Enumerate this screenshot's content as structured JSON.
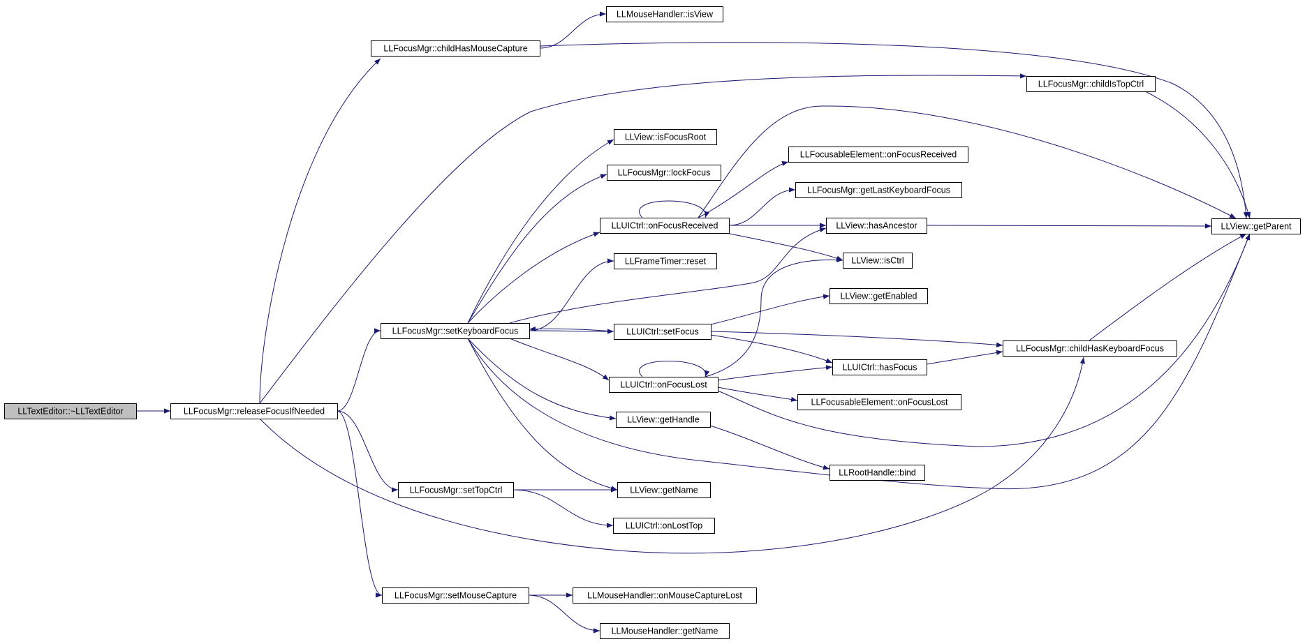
{
  "graph": {
    "edge_color": "#191970",
    "root_fill": "#bfbfbf",
    "nodes": [
      {
        "id": "n0",
        "label": "LLTextEditor::~LLTextEditor",
        "root": true
      },
      {
        "id": "n1",
        "label": "LLFocusMgr::releaseFocusIfNeeded"
      },
      {
        "id": "n2",
        "label": "LLFocusMgr::childHasMouseCapture"
      },
      {
        "id": "n3",
        "label": "LLMouseHandler::isView"
      },
      {
        "id": "n4",
        "label": "LLView::getParent"
      },
      {
        "id": "n5",
        "label": "LLFocusMgr::childIsTopCtrl"
      },
      {
        "id": "n6",
        "label": "LLFocusMgr::setKeyboardFocus"
      },
      {
        "id": "n7",
        "label": "LLView::isFocusRoot"
      },
      {
        "id": "n8",
        "label": "LLFocusMgr::lockFocus"
      },
      {
        "id": "n9",
        "label": "LLUICtrl::onFocusReceived"
      },
      {
        "id": "n10",
        "label": "LLFocusableElement::onFocusReceived"
      },
      {
        "id": "n11",
        "label": "LLFocusMgr::getLastKeyboardFocus"
      },
      {
        "id": "n12",
        "label": "LLView::hasAncestor"
      },
      {
        "id": "n13",
        "label": "LLView::isCtrl"
      },
      {
        "id": "n14",
        "label": "LLFrameTimer::reset"
      },
      {
        "id": "n15",
        "label": "LLUICtrl::setFocus"
      },
      {
        "id": "n16",
        "label": "LLView::getEnabled"
      },
      {
        "id": "n17",
        "label": "LLFocusMgr::childHasKeyboardFocus"
      },
      {
        "id": "n18",
        "label": "LLUICtrl::hasFocus"
      },
      {
        "id": "n19",
        "label": "LLUICtrl::onFocusLost"
      },
      {
        "id": "n20",
        "label": "LLFocusableElement::onFocusLost"
      },
      {
        "id": "n21",
        "label": "LLView::getHandle"
      },
      {
        "id": "n22",
        "label": "LLRootHandle::bind"
      },
      {
        "id": "n23",
        "label": "LLFocusMgr::setTopCtrl"
      },
      {
        "id": "n24",
        "label": "LLView::getName"
      },
      {
        "id": "n25",
        "label": "LLUICtrl::onLostTop"
      },
      {
        "id": "n26",
        "label": "LLFocusMgr::setMouseCapture"
      },
      {
        "id": "n27",
        "label": "LLMouseHandler::onMouseCaptureLost"
      },
      {
        "id": "n28",
        "label": "LLMouseHandler::getName"
      }
    ],
    "edges": [
      [
        "n0",
        "n1"
      ],
      [
        "n1",
        "n2"
      ],
      [
        "n1",
        "n5"
      ],
      [
        "n1",
        "n6"
      ],
      [
        "n1",
        "n23"
      ],
      [
        "n1",
        "n26"
      ],
      [
        "n1",
        "n17"
      ],
      [
        "n2",
        "n3"
      ],
      [
        "n2",
        "n4"
      ],
      [
        "n5",
        "n4"
      ],
      [
        "n6",
        "n7"
      ],
      [
        "n6",
        "n8"
      ],
      [
        "n6",
        "n9"
      ],
      [
        "n6",
        "n14"
      ],
      [
        "n6",
        "n12"
      ],
      [
        "n6",
        "n15"
      ],
      [
        "n6",
        "n19"
      ],
      [
        "n6",
        "n21"
      ],
      [
        "n6",
        "n24"
      ],
      [
        "n6",
        "n4"
      ],
      [
        "n9",
        "n9"
      ],
      [
        "n9",
        "n10"
      ],
      [
        "n9",
        "n11"
      ],
      [
        "n9",
        "n12"
      ],
      [
        "n9",
        "n13"
      ],
      [
        "n9",
        "n4"
      ],
      [
        "n12",
        "n4"
      ],
      [
        "n15",
        "n6"
      ],
      [
        "n15",
        "n16"
      ],
      [
        "n15",
        "n17"
      ],
      [
        "n15",
        "n18"
      ],
      [
        "n17",
        "n4"
      ],
      [
        "n18",
        "n17"
      ],
      [
        "n19",
        "n19"
      ],
      [
        "n19",
        "n13"
      ],
      [
        "n19",
        "n18"
      ],
      [
        "n19",
        "n20"
      ],
      [
        "n19",
        "n4"
      ],
      [
        "n21",
        "n22"
      ],
      [
        "n23",
        "n24"
      ],
      [
        "n23",
        "n25"
      ],
      [
        "n26",
        "n27"
      ],
      [
        "n26",
        "n28"
      ]
    ]
  }
}
